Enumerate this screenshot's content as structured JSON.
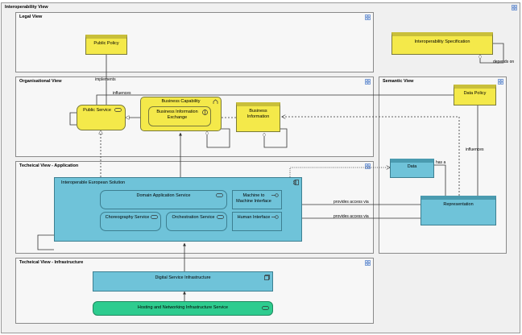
{
  "diagram": {
    "outer_title": "Interoperability View",
    "views": {
      "legal": "Legal View",
      "organisational": "Organisational View",
      "application": "Techeical View - Application",
      "infrastructure": "Techeical View - Infrastructure",
      "semantic": "Semantic View"
    },
    "elements": {
      "public_policy": "Public Policy",
      "interop_spec": "Interoperability Specification",
      "public_service": "Public Service",
      "business_capability": "Business Capability",
      "bie": "Business Information Exchange",
      "business_information": "Business Information",
      "data_policy": "Data Policy",
      "data": "Data",
      "representation": "Representation",
      "ies": "Interoperable European Solution",
      "domain_app_service": "Domain Application Service",
      "choreography_service": "Choreography Service",
      "orchestration_service": "Orchestration Service",
      "m2m_interface": "Machine to Machine Interface",
      "human_interface": "Human Interface",
      "digital_service_infra": "Digital Service Infrastructure",
      "hosting_service": "Hosting and Networking Infrastructure Service"
    },
    "edge_labels": {
      "implements": "implements",
      "influences_1": "influences",
      "depends_on": "depends on",
      "influences_2": "influences",
      "has_a": "has a",
      "provides_1": "provides access via",
      "provides_2": "provides access via"
    },
    "colors": {
      "business": "#f4e94a",
      "application": "#6fc3d9",
      "technology": "#2ecc8f",
      "view_bg": "#f7f7f7"
    }
  }
}
